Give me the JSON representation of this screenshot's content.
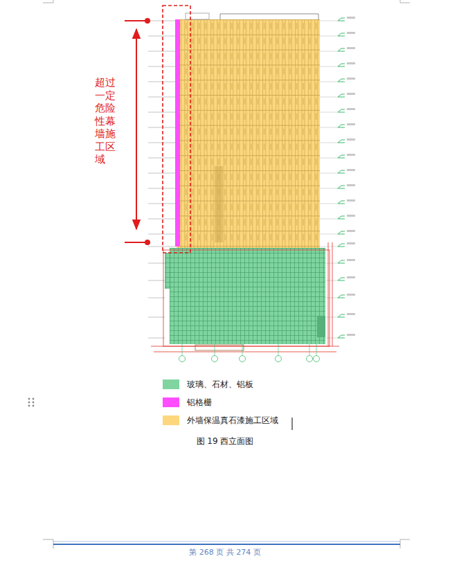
{
  "diagram": {
    "caption": "图 19 西立面图",
    "labels": [
      "超过一定危险性幕墙施工区域",
      "第 268 页 共 274 页"
    ],
    "legend": [
      {
        "text": "玻璃、石材、铝板",
        "color": "#7fd4a0"
      },
      {
        "text": "铝格栅",
        "color": "#ff4dff"
      },
      {
        "text": "外墙保温真石漆施工区域",
        "color": "#fcd77e"
      }
    ]
  }
}
